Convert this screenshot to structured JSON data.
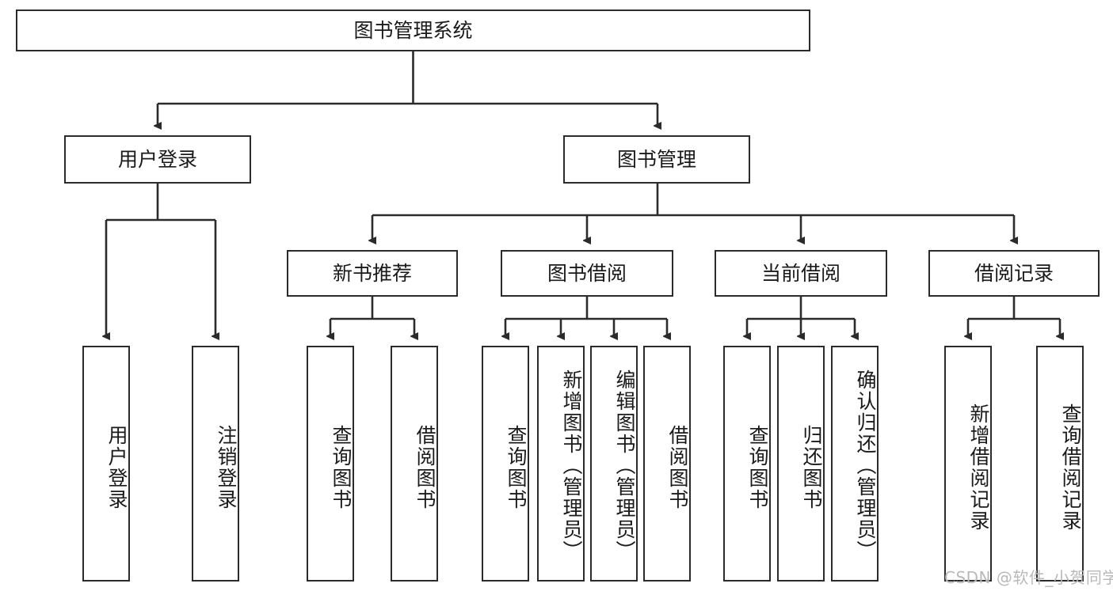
{
  "diagram": {
    "title": "图书管理系统",
    "type": "tree-hierarchy-chart",
    "colors": {
      "box_border": "#2b2b2b",
      "box_fill": "#ffffff",
      "edge": "#2b2b2b",
      "text": "#1a1a1a",
      "watermark": "#b9b9b9",
      "page_background": "#ffffff"
    },
    "root": {
      "label": "图书管理系统"
    },
    "level2": [
      {
        "label": "用户登录"
      },
      {
        "label": "图书管理"
      }
    ],
    "level3": [
      {
        "label": "新书推荐"
      },
      {
        "label": "图书借阅"
      },
      {
        "label": "当前借阅"
      },
      {
        "label": "借阅记录"
      }
    ],
    "leaves": {
      "user_login": [
        {
          "label": "用户登录"
        },
        {
          "label": "注销登录"
        }
      ],
      "new_book_recommend": [
        {
          "label": "查询图书"
        },
        {
          "label": "借阅图书"
        }
      ],
      "book_borrow": [
        {
          "label": "查询图书"
        },
        {
          "label": "新增图书（管理员）"
        },
        {
          "label": "编辑图书（管理员）"
        },
        {
          "label": "借阅图书"
        }
      ],
      "current_borrow": [
        {
          "label": "查询图书"
        },
        {
          "label": "归还图书"
        },
        {
          "label": "确认归还（管理员）"
        }
      ],
      "borrow_record": [
        {
          "label": "新增借阅记录"
        },
        {
          "label": "查询借阅记录"
        }
      ]
    }
  },
  "watermark": {
    "text": "CSDN @软件_小贺同学"
  }
}
